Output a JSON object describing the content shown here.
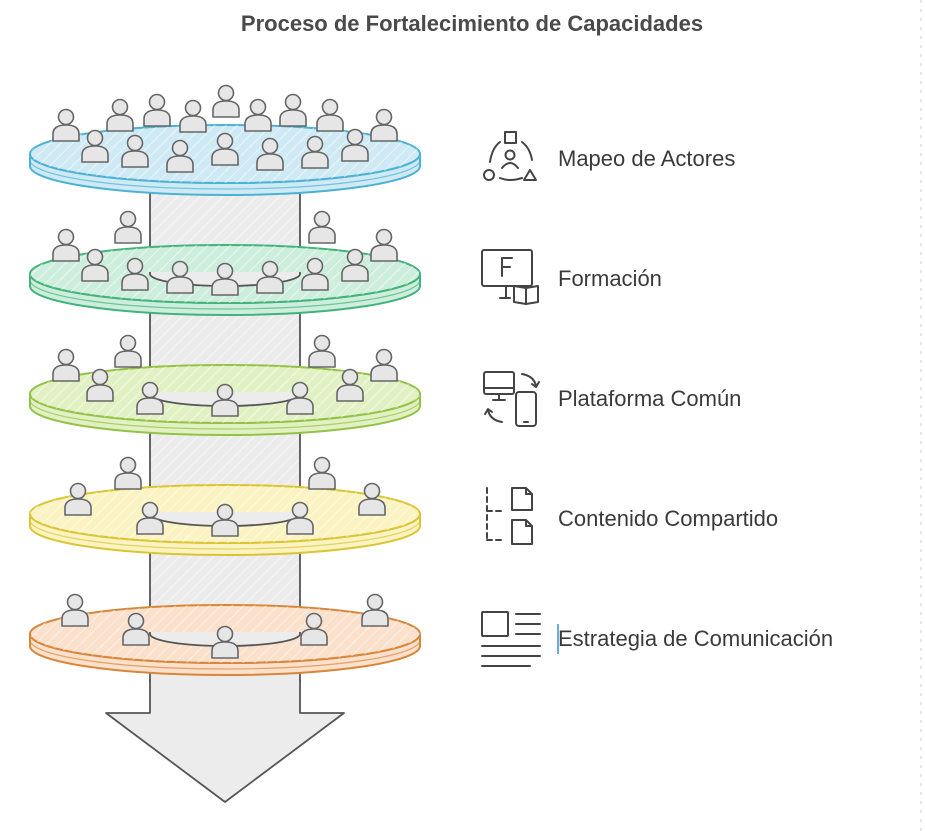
{
  "title": "Proceso de Fortalecimiento de Capacidades",
  "colors": {
    "column": "#ececec",
    "outline": "#555555",
    "person_fill": "#e6e6e6",
    "person_stroke": "#666666"
  },
  "layers": [
    {
      "label": "Mapeo de Actores",
      "icon": "stakeholder-mapping-icon",
      "fill": "#cfeaf4",
      "stroke": "#4cb2d4"
    },
    {
      "label": "Formación",
      "icon": "training-board-book-icon",
      "fill": "#cdeedd",
      "stroke": "#44b37a"
    },
    {
      "label": "Plataforma Común",
      "icon": "devices-sync-icon",
      "fill": "#e2f1c3",
      "stroke": "#92c246"
    },
    {
      "label": "Contenido Compartido",
      "icon": "shared-documents-icon",
      "fill": "#fbf3c2",
      "stroke": "#dac534"
    },
    {
      "label": "Estrategia de Comunicación",
      "icon": "article-layout-icon",
      "fill": "#fbe0cb",
      "stroke": "#d88639"
    }
  ]
}
